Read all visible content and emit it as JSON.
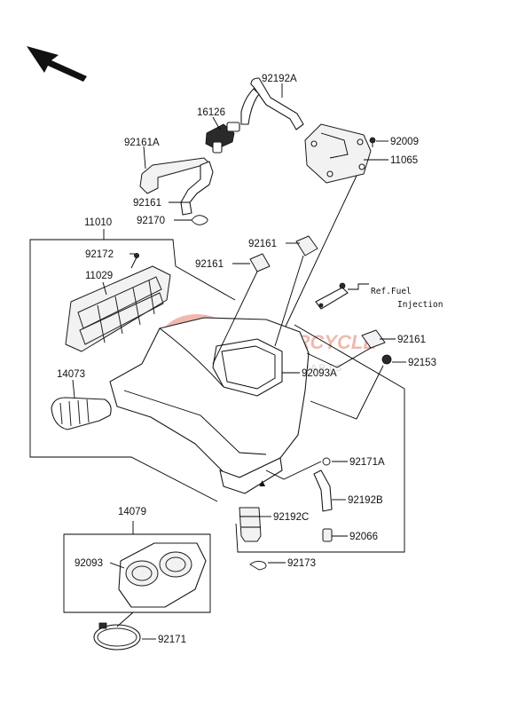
{
  "watermark": {
    "title": "MOTORCYCLE",
    "subtitle": "SPARE PARTS",
    "logo_color": "#d23a1f"
  },
  "labels": {
    "p92192A": "92192A",
    "p16126": "16126",
    "p92161A": "92161A",
    "p92009": "92009",
    "p11065": "11065",
    "p92161_hose": "92161",
    "p92170": "92170",
    "p11010": "11010",
    "p92161_pad1": "92161",
    "p92161_pad2": "92161",
    "p92172": "92172",
    "p11029": "11029",
    "ref_line1": "Ref.Fuel",
    "ref_line2": "Injection",
    "p92161_pad3": "92161",
    "p92153": "92153",
    "p14073": "14073",
    "p92093A": "92093A",
    "p92171A": "92171A",
    "p92192B": "92192B",
    "p92192C": "92192C",
    "p92066": "92066",
    "p14079": "14079",
    "p92093": "92093",
    "p92173": "92173",
    "p92171": "92171"
  }
}
